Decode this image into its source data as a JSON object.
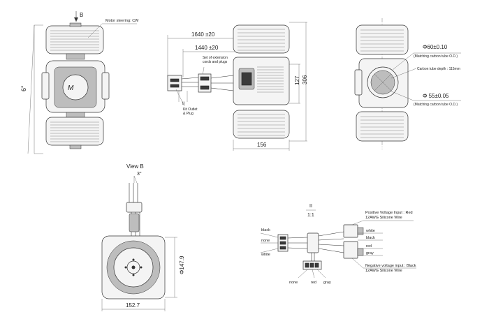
{
  "front_view": {
    "arrow_label": "B",
    "motor_steering": "Motor steering: CW",
    "angle": "6°"
  },
  "top_view": {
    "dim_1640": "1640 ±20",
    "dim_1440": "1440 ±20",
    "extension_cords": [
      "Set of extension",
      "cords and plugs"
    ],
    "kit_outlet": [
      "Kit Outlet",
      "& Plug"
    ],
    "section_mark": "II",
    "dim_127": "127",
    "dim_306": "306",
    "dim_156": "156"
  },
  "side_view": {
    "tube_outer": "Φ60±0.10",
    "tube_outer_note": "(Matching carbon tube O.D.)",
    "tube_depth": "Carbon tube depth : 115mm",
    "tube_inner": "Φ 55±0.05",
    "tube_inner_note": "(Matching carbon tube O.D.)"
  },
  "view_b": {
    "title": "View B",
    "angle": "3°",
    "diameter": "Φ147.9",
    "width": "152.7"
  },
  "wiring": {
    "section": "II",
    "scale": "1:1",
    "left_labels": [
      "black",
      "none",
      "white"
    ],
    "bottom_labels": [
      "none",
      "red",
      "gray"
    ],
    "right_labels": [
      "white",
      "black",
      "red",
      "gray"
    ],
    "positive_input": [
      "Positive Voltage Input : Red",
      "12AWG Silicone Wire"
    ],
    "negative_input": [
      "Negative voltage input : Black",
      "12AWG Silicone Wire"
    ]
  }
}
